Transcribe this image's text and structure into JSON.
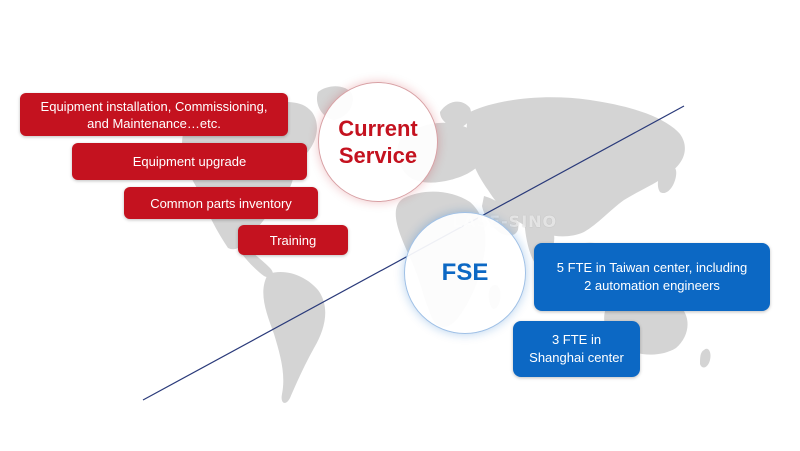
{
  "current_service": {
    "circle_label_line1": "Current",
    "circle_label_line2": "Service",
    "items": [
      {
        "line1": "Equipment installation, Commissioning,",
        "line2": "and Maintenance…etc."
      },
      {
        "label": "Equipment upgrade"
      },
      {
        "label": "Common parts inventory"
      },
      {
        "label": "Training"
      }
    ]
  },
  "fse": {
    "circle_label": "FSE",
    "items": [
      {
        "line1": "5 FTE in Taiwan center, including",
        "line2": "2 automation engineers"
      },
      {
        "line1": "3 FTE in",
        "line2": "Shanghai center"
      }
    ]
  },
  "watermark": "LASE-SINO",
  "colors": {
    "service_red": "#c4121f",
    "fse_blue": "#0c68c4",
    "map_gray": "#d3d3d3",
    "divider_navy": "#2a3a7a"
  }
}
